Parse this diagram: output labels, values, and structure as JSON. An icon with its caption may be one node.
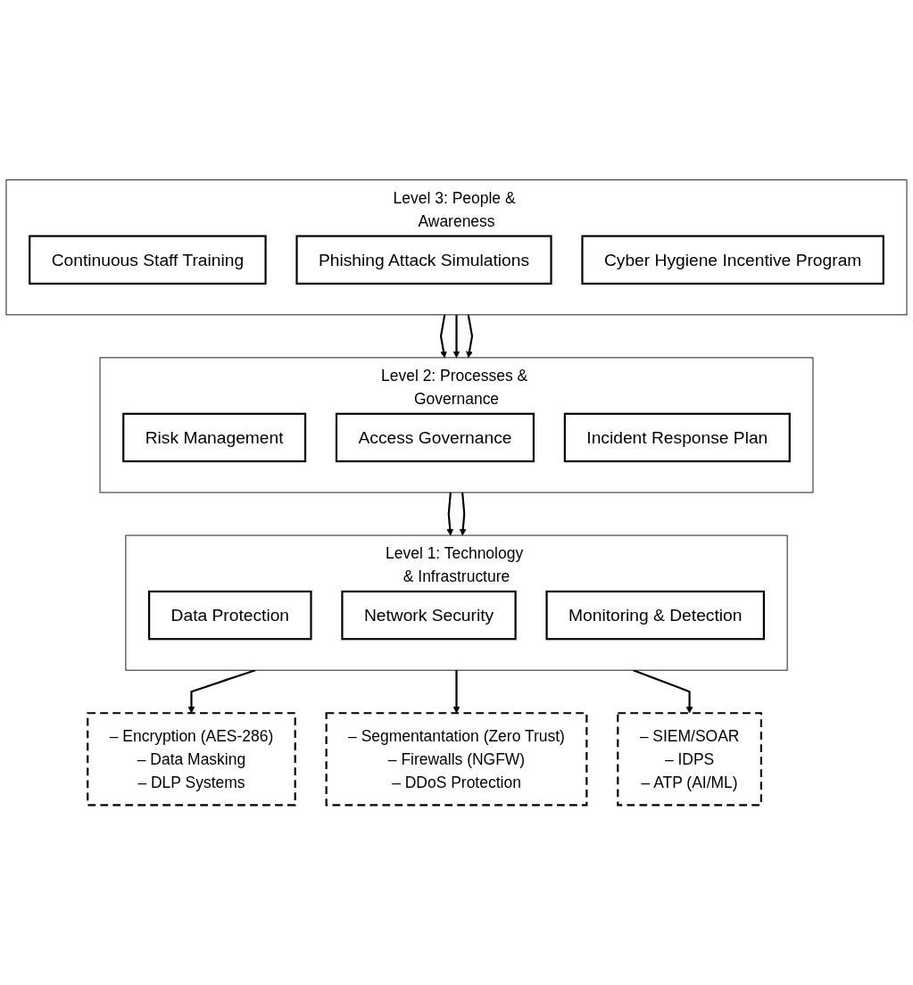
{
  "diagram": {
    "nodes": [
      {
        "text": [
          "Level 3: People & Awareness"
        ]
      },
      {
        "text": [
          "Continuous Staff Training"
        ],
        "in": 0
      },
      {
        "text": [
          "Phishing Attack Simulations"
        ],
        "in": 0
      },
      {
        "text": [
          "Cyber Hygiene Incentive Program"
        ],
        "in": 0
      },
      {
        "text": [
          "Level 2: Processes & Governance"
        ]
      },
      {
        "text": [
          "Risk Management"
        ],
        "in": 4
      },
      {
        "text": [
          "Access Governance"
        ],
        "in": 4
      },
      {
        "text": [
          "Incident Response Plan"
        ],
        "in": 4
      },
      {
        "text": [
          "Level 1: Technology & Infrastructure"
        ]
      },
      {
        "text": [
          "Data Protection"
        ],
        "in": 8
      },
      {
        "text": [
          "Network Security"
        ],
        "in": 8
      },
      {
        "text": [
          "Monitoring & Detection"
        ],
        "in": 8
      },
      {
        "text": [
          "– Encryption (AES-286)",
          "– Data Masking",
          "– DLP Systems"
        ]
      },
      {
        "text": [
          "– Segmentantation (Zero Trust)",
          "– Firewalls (NGFW)",
          "– DDoS Protection"
        ]
      },
      {
        "text": [
          "– SIEM/SOAR",
          "– IDPS",
          "– ATP (AI/ML)"
        ]
      }
    ],
    "edges": [
      {
        "from": 0,
        "to": 4,
        "arrow": "to"
      },
      {
        "from": 0,
        "to": 4,
        "arrow": "to"
      },
      {
        "from": 0,
        "to": 4,
        "arrow": "to"
      },
      {
        "from": 4,
        "to": 8,
        "arrow": "to"
      },
      {
        "from": 4,
        "to": 8,
        "arrow": "to"
      },
      {
        "from": 8,
        "to": 12,
        "arrow": "to"
      },
      {
        "from": 8,
        "to": 13,
        "arrow": "to"
      },
      {
        "from": 8,
        "to": 14,
        "arrow": "to"
      }
    ]
  }
}
